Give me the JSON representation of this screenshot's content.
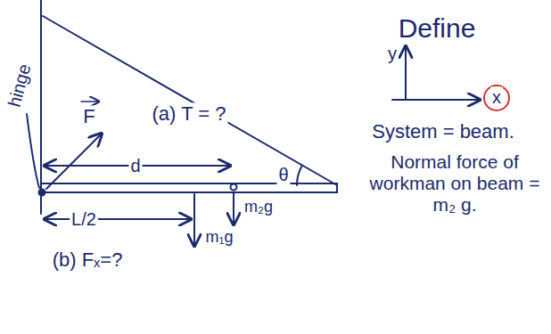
{
  "diagram": {
    "labels": [
      "hinge",
      "(a) T = ?",
      "F",
      "d",
      "θ",
      "m₂g",
      "L/2",
      "m₁g",
      "(b) Fₓ=?",
      "Define",
      "y",
      "x",
      "System = beam.",
      "Normal force of workman on beam = m₂ g."
    ]
  }
}
